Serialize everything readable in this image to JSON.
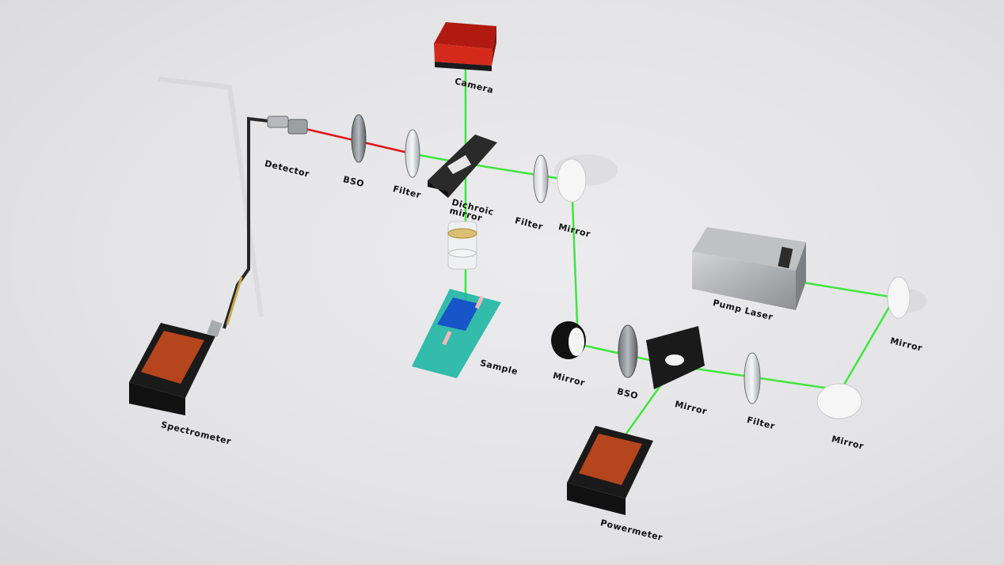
{
  "labels": {
    "camera": "Camera",
    "detector": "Detector",
    "bso_top": "BSO",
    "filter_top": "Filter",
    "dichroic_mirror": "Dichroic mirror",
    "filter_right": "Filter",
    "mirror_top": "Mirror",
    "pump_laser": "Pump Laser",
    "mirror_far_right": "Mirror",
    "sample": "Sample",
    "spectrometer": "Spectrometer",
    "mirror_lower": "Mirror",
    "bso_lower": "BSO",
    "mirror_pickoff": "Mirror",
    "filter_lower": "Filter",
    "mirror_bottom_right": "Mirror",
    "powermeter": "Powermeter"
  },
  "colors": {
    "pump_beam": "#3ee63e",
    "probe_beam": "#e31414",
    "camera": "#d42a1c",
    "spectrometer_core": "#b5451c",
    "sample_substrate": "#1fb6a4",
    "sample_channel": "#1756c8"
  }
}
